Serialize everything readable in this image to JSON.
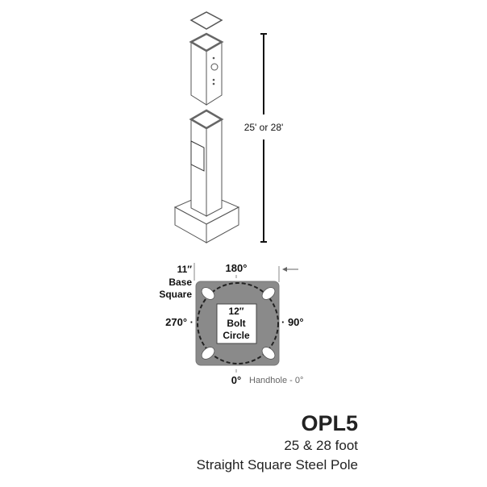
{
  "pole_drawing": {
    "height_label": "25' or 28'"
  },
  "base_plate": {
    "base_square_size": "11″",
    "base_square_line1": "Base",
    "base_square_line2": "Square",
    "bolt_circle_size": "12″",
    "bolt_circle_line1": "Bolt",
    "bolt_circle_line2": "Circle",
    "angle_top": "180°",
    "angle_left": "270° ·",
    "angle_right": "· 90°",
    "angle_bottom": "0°",
    "handhole_note": "Handhole - 0°",
    "plate_color": "#8a8a8a"
  },
  "caption": {
    "model": "OPL5",
    "sizes": "25 & 28 foot",
    "description": "Straight Square Steel Pole"
  }
}
